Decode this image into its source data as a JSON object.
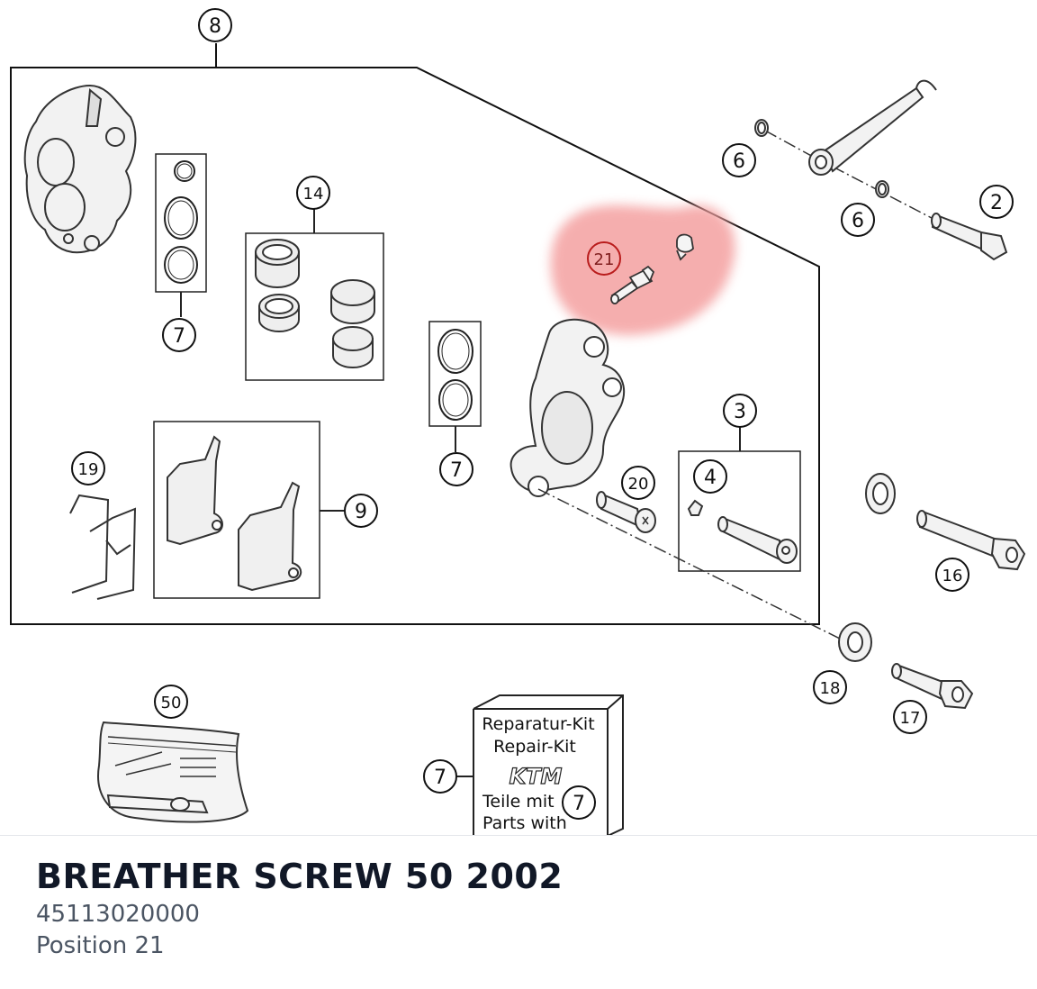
{
  "diagram": {
    "callouts": {
      "c8": "8",
      "c6a": "6",
      "c6b": "6",
      "c2": "2",
      "c14": "14",
      "c7a": "7",
      "c7b": "7",
      "c7c": "7",
      "c7d": "7",
      "c21": "21",
      "c3": "3",
      "c4": "4",
      "c20": "20",
      "c19": "19",
      "c9": "9",
      "c16": "16",
      "c18": "18",
      "c17": "17",
      "c50": "50"
    },
    "repair_kit": {
      "line1": "Reparatur-Kit",
      "line2": "Repair-Kit",
      "brand": "KTM",
      "line3": "Teile mit",
      "line4": "Parts with"
    },
    "highlight_color": "#f4a0a0"
  },
  "part": {
    "name": "BREATHER SCREW 50 2002",
    "number": "45113020000",
    "position": "Position 21"
  }
}
